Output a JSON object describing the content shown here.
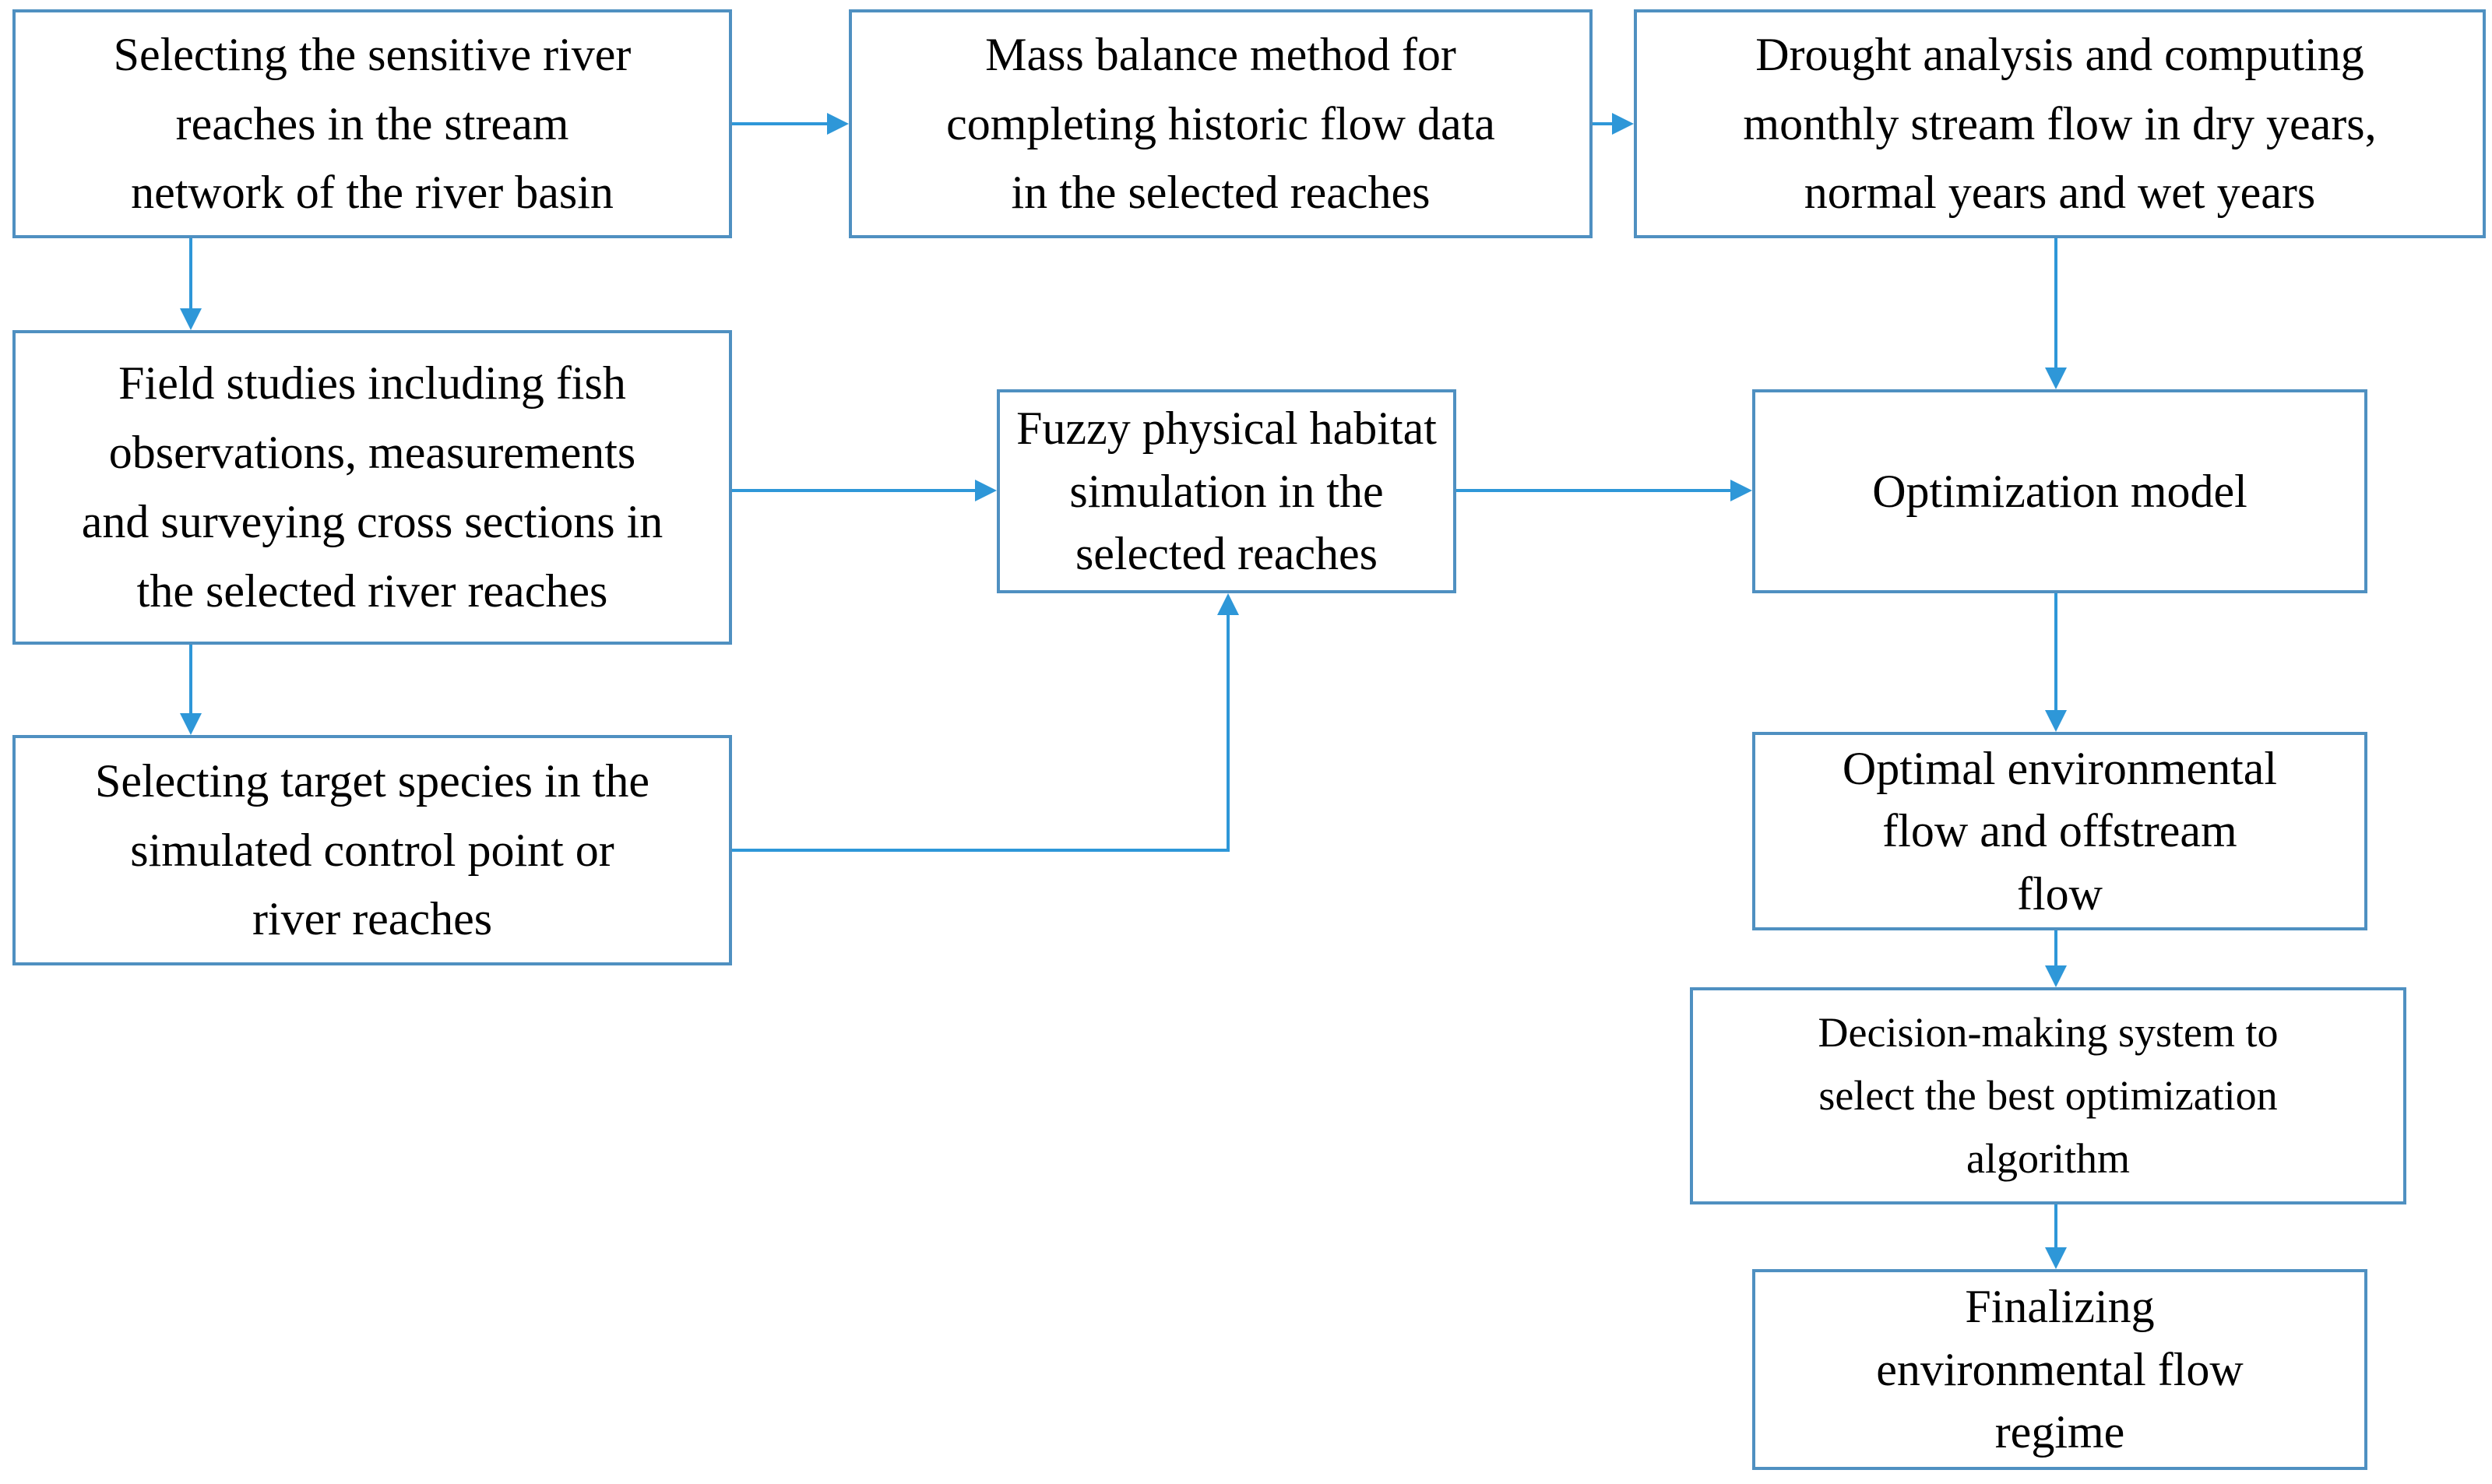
{
  "diagram": {
    "title": "Environmental flow methodology flowchart",
    "colors": {
      "box_border": "#4f90c1",
      "connector": "#2e97d8",
      "text": "#000000",
      "background": "#ffffff"
    },
    "boxes": {
      "b1": "Selecting the sensitive river\nreaches in the stream\nnetwork of the river basin",
      "b2": "Mass balance method for\ncompleting historic flow data\nin the selected reaches",
      "b3": "Drought analysis and computing\nmonthly stream flow in dry years,\nnormal years and wet years",
      "b4": "Field studies including fish\nobservations, measurements\nand surveying cross sections in\nthe selected river reaches",
      "b5": "Fuzzy physical habitat\nsimulation in the\nselected reaches",
      "b6": "Optimization model",
      "b7": "Selecting target species in the\nsimulated control point or\nriver reaches",
      "b8": "Optimal environmental\nflow and offstream\nflow",
      "b9": "Decision-making system to\nselect the best optimization\nalgorithm",
      "b10": "Finalizing\nenvironmental flow\nregime"
    },
    "edges": [
      {
        "from": "b1",
        "to": "b2",
        "type": "straight-right"
      },
      {
        "from": "b2",
        "to": "b3",
        "type": "straight-right"
      },
      {
        "from": "b1",
        "to": "b4",
        "type": "straight-down"
      },
      {
        "from": "b3",
        "to": "b6",
        "type": "straight-down"
      },
      {
        "from": "b4",
        "to": "b5",
        "type": "straight-right"
      },
      {
        "from": "b4",
        "to": "b7",
        "type": "straight-down"
      },
      {
        "from": "b5",
        "to": "b6",
        "type": "straight-right"
      },
      {
        "from": "b7",
        "to": "b5",
        "type": "elbow-right-up"
      },
      {
        "from": "b6",
        "to": "b8",
        "type": "straight-down"
      },
      {
        "from": "b8",
        "to": "b9",
        "type": "straight-down"
      },
      {
        "from": "b9",
        "to": "b10",
        "type": "straight-down"
      }
    ]
  }
}
